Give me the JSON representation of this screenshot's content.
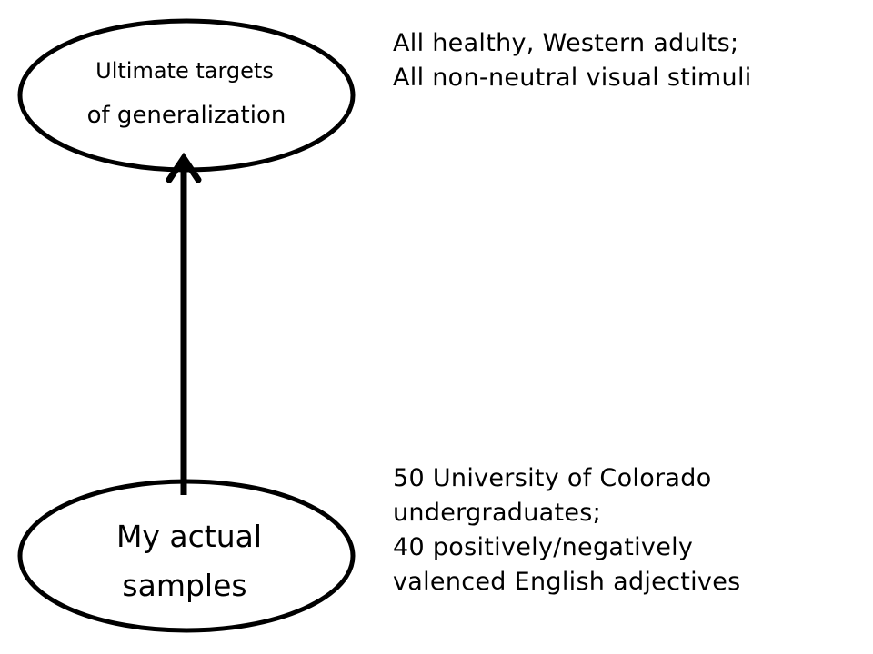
{
  "diagram": {
    "top_node": {
      "lines": [
        "Ultimate targets",
        "of generalization"
      ]
    },
    "bottom_node": {
      "lines": [
        "My actual",
        "samples"
      ]
    },
    "top_description": {
      "lines": [
        "All healthy, Western adults;",
        "All non-neutral visual stimuli"
      ]
    },
    "bottom_description": {
      "lines": [
        "50 University of Colorado",
        "undergraduates;",
        "40 positively/negatively",
        "valenced English adjectives"
      ]
    },
    "edge": {
      "from": "bottom_node",
      "to": "top_node",
      "direction": "upward"
    },
    "colors": {
      "stroke": "#000000",
      "background": "#ffffff",
      "text": "#000000"
    }
  }
}
